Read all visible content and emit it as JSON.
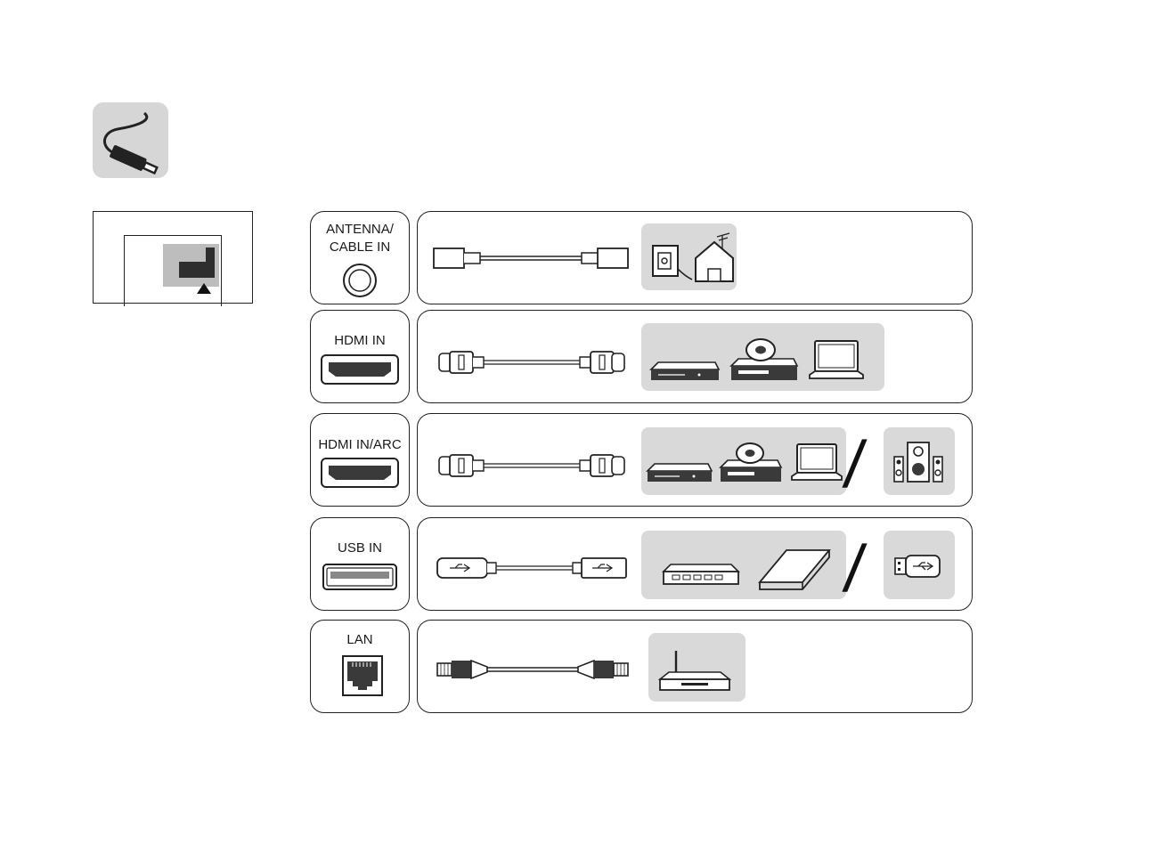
{
  "rows": [
    {
      "id": "antenna",
      "port_label": "ANTENNA/\nCABLE IN",
      "port_icon": "coax-jack-icon",
      "cable_icon": "coax-cable-icon",
      "devices": [
        "wall-antenna-outlet-icon",
        "house-antenna-icon"
      ]
    },
    {
      "id": "hdmi",
      "port_label": "HDMI IN",
      "port_icon": "hdmi-port-icon",
      "cable_icon": "hdmi-cable-icon",
      "devices": [
        "set-top-box-icon",
        "dvd-player-icon",
        "laptop-icon"
      ]
    },
    {
      "id": "hdmi-arc",
      "port_label": "HDMI IN/ARC",
      "port_icon": "hdmi-port-icon",
      "cable_icon": "hdmi-cable-icon",
      "devices": [
        "set-top-box-icon",
        "dvd-player-icon",
        "laptop-icon"
      ],
      "alt_devices": [
        "speaker-system-icon"
      ]
    },
    {
      "id": "usb",
      "port_label": "USB IN",
      "port_icon": "usb-port-icon",
      "cable_icon": "usb-cable-icon",
      "devices": [
        "usb-hub-icon",
        "external-hdd-icon"
      ],
      "alt_devices": [
        "usb-flash-drive-icon"
      ]
    },
    {
      "id": "lan",
      "port_label": "LAN",
      "port_icon": "ethernet-port-icon",
      "cable_icon": "ethernet-cable-icon",
      "devices": [
        "router-icon"
      ]
    }
  ],
  "separator": "/",
  "colors": {
    "panel": "#d9d9d9",
    "stroke": "#222222",
    "dark": "#3a3a3a"
  }
}
